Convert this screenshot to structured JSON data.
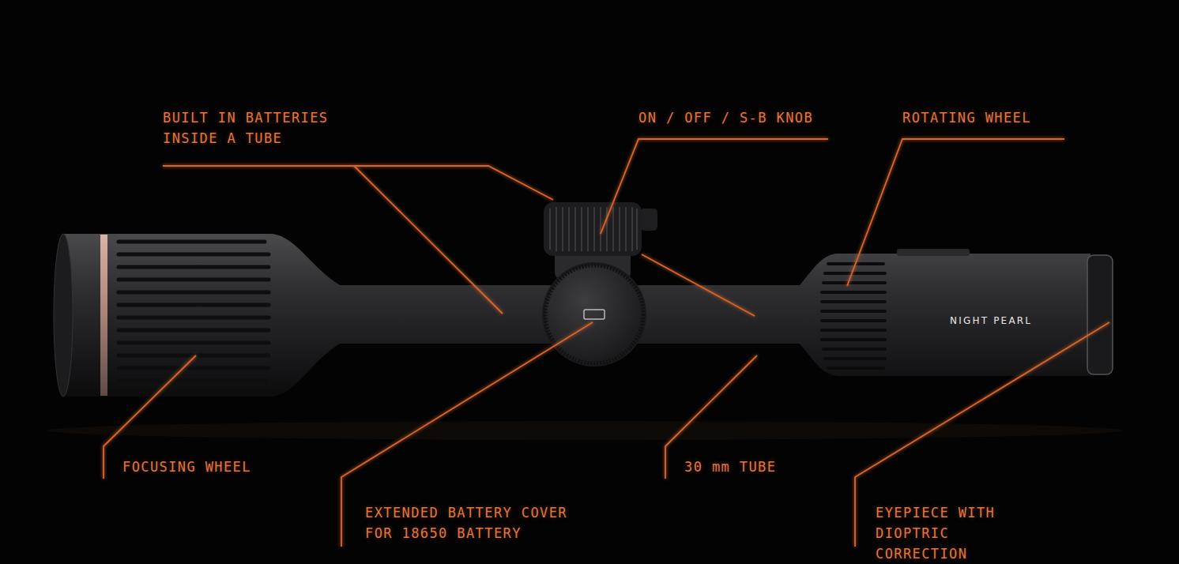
{
  "diagram": {
    "labels": [
      "BUILT IN BATTERIES INSIDE A TUBE",
      "ON / OFF / S-B KNOB",
      "ROTATING WHEEL",
      "NIGHT PEARL",
      "FOCUSING WHEEL",
      "30 mm TUBE",
      "EXTENDED BATTERY COVER FOR 18650 BATTERY",
      "EYEPIECE WITH DIOPTRIC CORRECTION"
    ]
  }
}
